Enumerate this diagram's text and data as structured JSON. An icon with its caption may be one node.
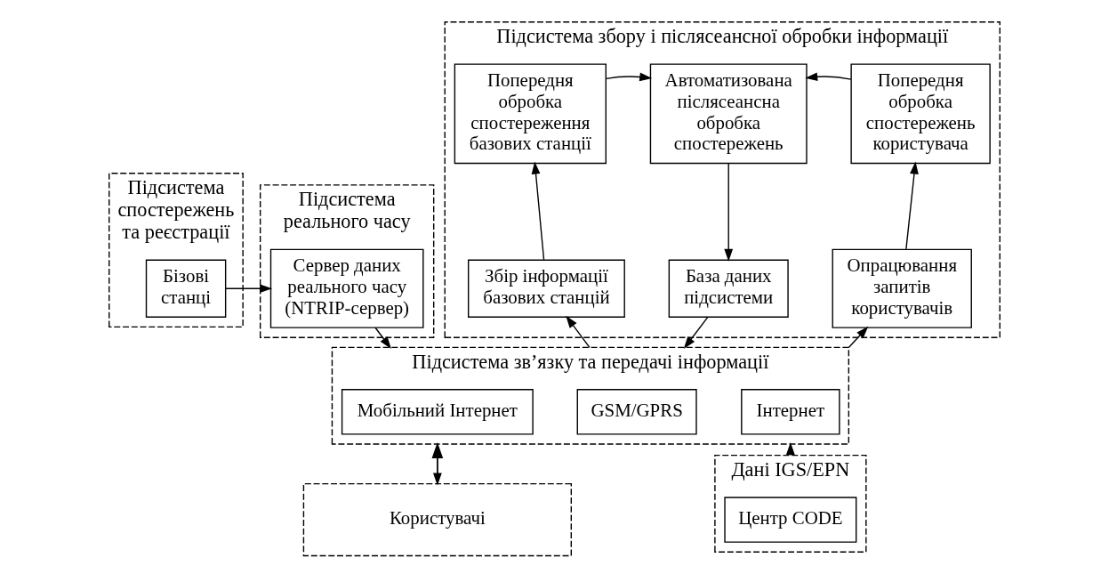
{
  "diagram": {
    "nodes": [
      {
        "text": [
          "Підсистема спостережень та реєстрації"
        ]
      },
      {
        "text": [
          "Бізові станці"
        ],
        "in": 0
      },
      {
        "text": [
          "Підсистема реального часу"
        ]
      },
      {
        "text": [
          "Сервер даних реального часу (NTRIP-сервер)"
        ],
        "in": 2
      },
      {
        "text": [
          "Підсистема збору і післясеансної обробки інформації"
        ]
      },
      {
        "text": [
          "Попередня обробка спостереження базових станції"
        ],
        "in": 4
      },
      {
        "text": [
          "Автоматизована післясеансна обробка спостережень"
        ],
        "in": 4
      },
      {
        "text": [
          "Попередня обробка спостережень користувача"
        ],
        "in": 4
      },
      {
        "text": [
          "Збір інформації базових станцій"
        ],
        "in": 4
      },
      {
        "text": [
          "База даних підсистеми"
        ],
        "in": 4
      },
      {
        "text": [
          "Опрацювання запитів користувачів"
        ],
        "in": 4
      },
      {
        "text": [
          "Підсистема зв’язку та передачі інформації"
        ]
      },
      {
        "text": [
          "Мобільний Інтернет"
        ],
        "in": 11
      },
      {
        "text": [
          "GSM/GPRS"
        ],
        "in": 11
      },
      {
        "text": [
          "Інтернет"
        ],
        "in": 11
      },
      {
        "text": [
          "Користувачі"
        ]
      },
      {
        "text": [
          "Дані IGS/EPN"
        ]
      },
      {
        "text": [
          "Центр CODE"
        ],
        "in": 16
      }
    ],
    "edges": [
      {
        "from": 1,
        "to": 3,
        "arrow": "to"
      },
      {
        "from": 3,
        "to": 11,
        "arrow": "to"
      },
      {
        "from": 11,
        "to": 8,
        "arrow": "to"
      },
      {
        "from": 9,
        "to": 11,
        "arrow": "to"
      },
      {
        "from": 11,
        "to": 10,
        "arrow": "to"
      },
      {
        "from": 8,
        "to": 5,
        "arrow": "to"
      },
      {
        "from": 5,
        "to": 6,
        "arrow": "to"
      },
      {
        "from": 7,
        "to": 6,
        "arrow": "to"
      },
      {
        "from": 6,
        "to": 9,
        "arrow": "to"
      },
      {
        "from": 10,
        "to": 7,
        "arrow": "to"
      },
      {
        "from": 11,
        "to": 15,
        "arrow": "to"
      },
      {
        "from": 15,
        "to": 11,
        "arrow": "to"
      },
      {
        "from": 16,
        "to": 11,
        "arrow": "to"
      }
    ]
  }
}
